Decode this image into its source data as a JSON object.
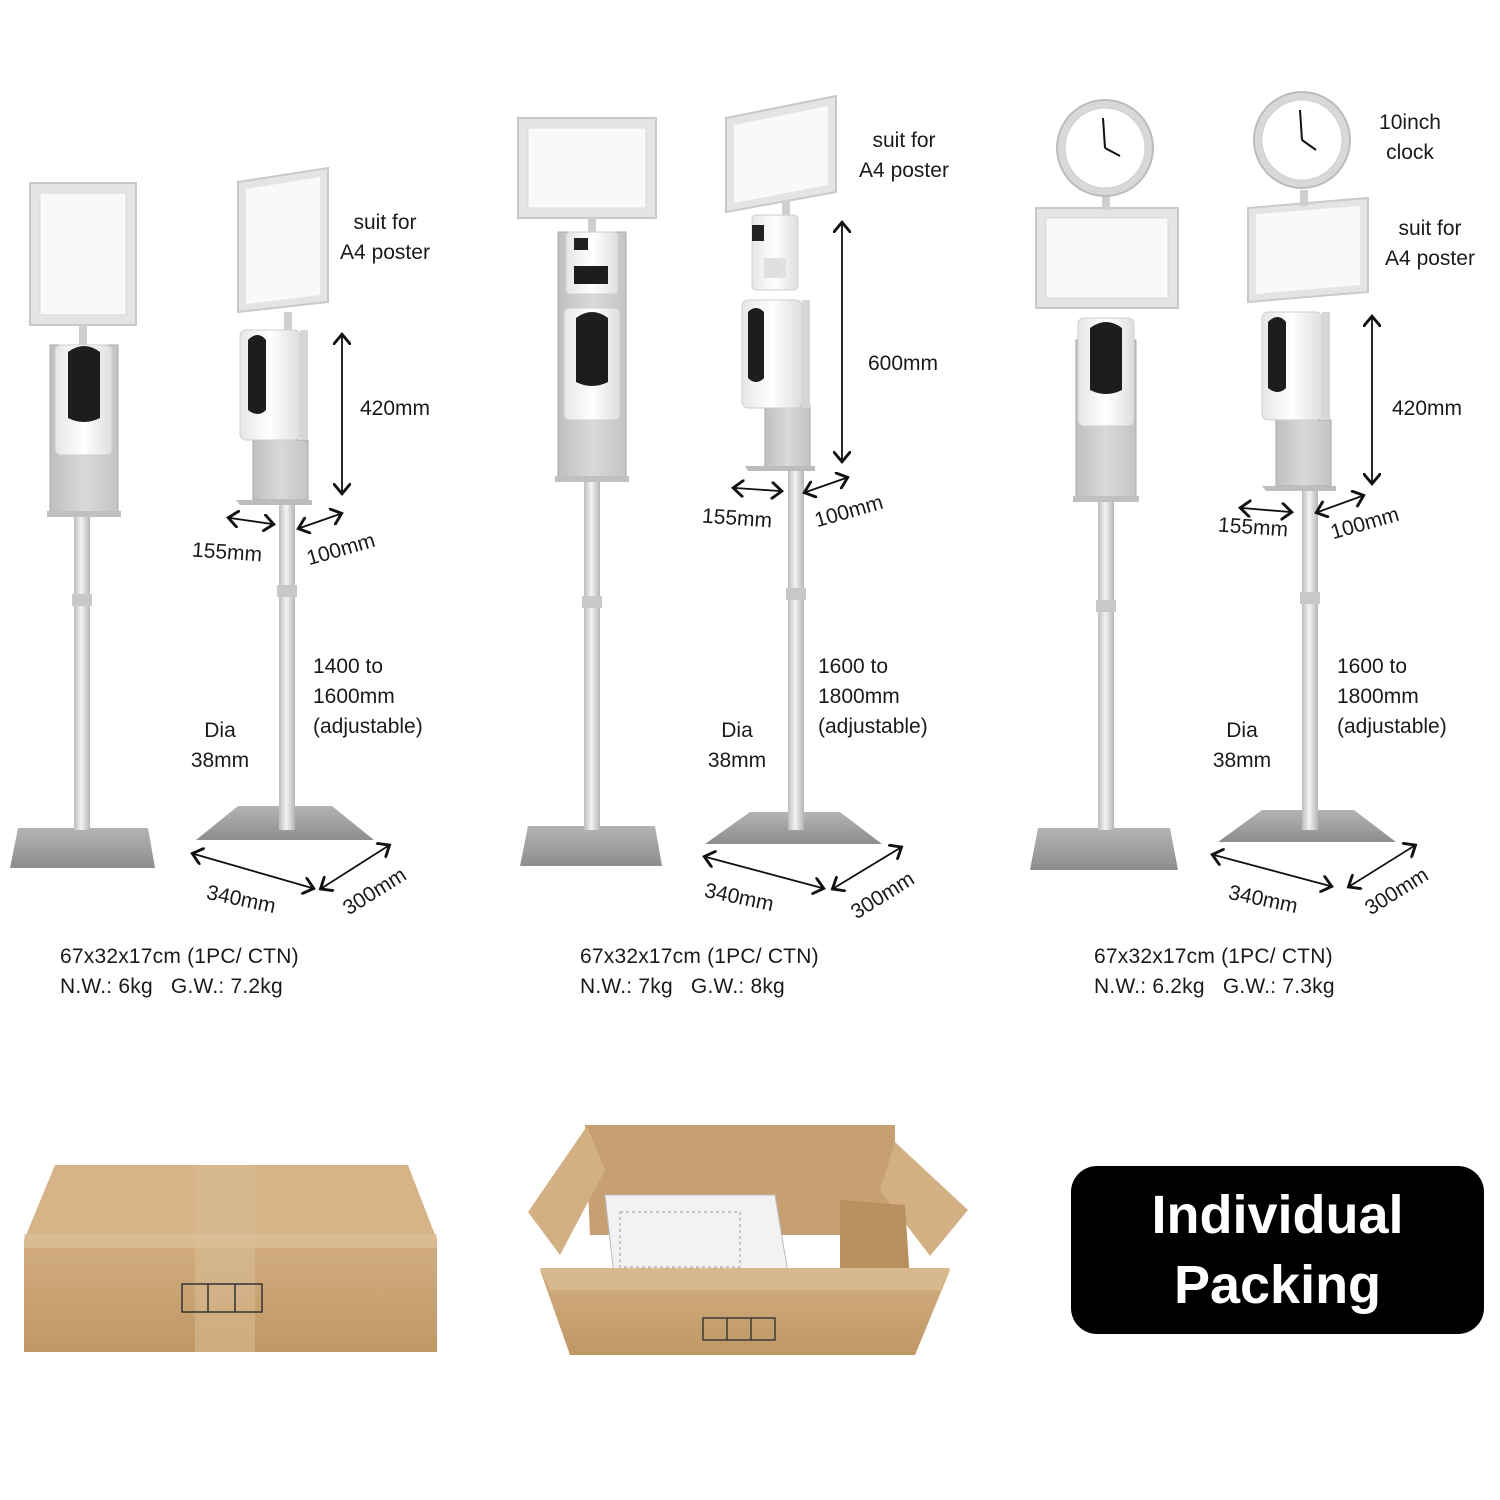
{
  "products": [
    {
      "poster_note": [
        "suit for",
        "A4 poster"
      ],
      "panel_height": "420mm",
      "panel_width": "155mm",
      "panel_depth": "100mm",
      "height_note": [
        "1400 to",
        "1600mm",
        "(adjustable)"
      ],
      "pole_note": [
        "Dia",
        "38mm"
      ],
      "base_width": "340mm",
      "base_depth": "300mm",
      "carton": "67x32x17cm (1PC/ CTN)",
      "weights": "N.W.: 6kg   G.W.: 7.2kg"
    },
    {
      "poster_note": [
        "suit for",
        "A4 poster"
      ],
      "panel_height": "600mm",
      "panel_width": "155mm",
      "panel_depth": "100mm",
      "height_note": [
        "1600 to",
        "1800mm",
        "(adjustable)"
      ],
      "pole_note": [
        "Dia",
        "38mm"
      ],
      "base_width": "340mm",
      "base_depth": "300mm",
      "carton": "67x32x17cm (1PC/ CTN)",
      "weights": "N.W.: 7kg   G.W.: 8kg"
    },
    {
      "clock_note": [
        "10inch",
        "clock"
      ],
      "poster_note": [
        "suit for",
        "A4 poster"
      ],
      "panel_height": "420mm",
      "panel_width": "155mm",
      "panel_depth": "100mm",
      "height_note": [
        "1600 to",
        "1800mm",
        "(adjustable)"
      ],
      "pole_note": [
        "Dia",
        "38mm"
      ],
      "base_width": "340mm",
      "base_depth": "300mm",
      "carton": "67x32x17cm (1PC/ CTN)",
      "weights": "N.W.: 6.2kg   G.W.: 7.3kg"
    }
  ],
  "packing_badge": [
    "Individual",
    "Packing"
  ],
  "colors": {
    "frame": "#e9e9e9",
    "pole": "#d6d6d6",
    "base": "#9a9a9a",
    "cardboard": "#c9a478",
    "badge": "#000000"
  }
}
